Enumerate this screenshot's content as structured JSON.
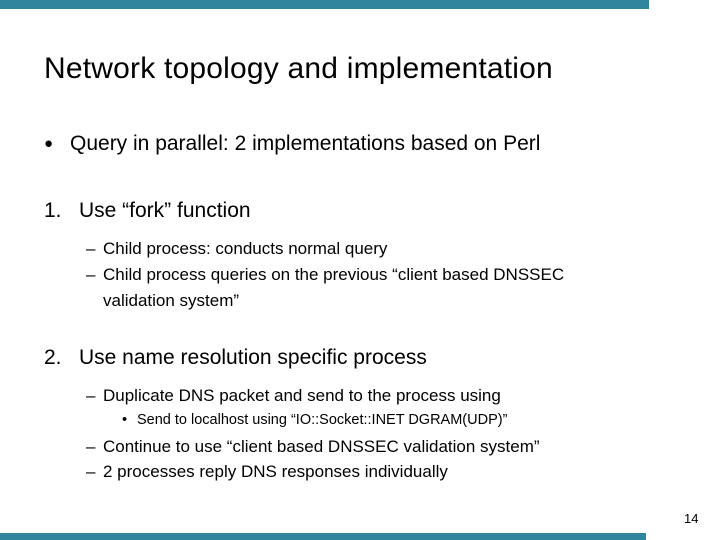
{
  "colors": {
    "accent": "#31859C",
    "text": "#000000",
    "background": "#FFFFFF"
  },
  "title": "Network topology and implementation",
  "intro_bullet": {
    "marker": "●",
    "text": "Query in parallel: 2 implementations based on Perl"
  },
  "sections": [
    {
      "number": "1.",
      "heading": "Use “fork” function",
      "items": [
        {
          "marker": "–",
          "text": "Child process: conducts normal query"
        },
        {
          "marker": "–",
          "text": "Child process queries on the previous “client based DNSSEC validation system”"
        }
      ]
    },
    {
      "number": "2.",
      "heading": "Use name resolution specific process",
      "items": [
        {
          "marker": "–",
          "text": "Duplicate DNS packet and send to the process using"
        },
        {
          "marker": "•",
          "text": "Send to localhost using “IO::Socket::INET DGRAM(UDP)”"
        },
        {
          "marker": "–",
          "text": "Continue to use “client based DNSSEC validation system”"
        },
        {
          "marker": "–",
          "text": "2 processes reply DNS responses individually"
        }
      ]
    }
  ],
  "page": {
    "number": "14"
  }
}
